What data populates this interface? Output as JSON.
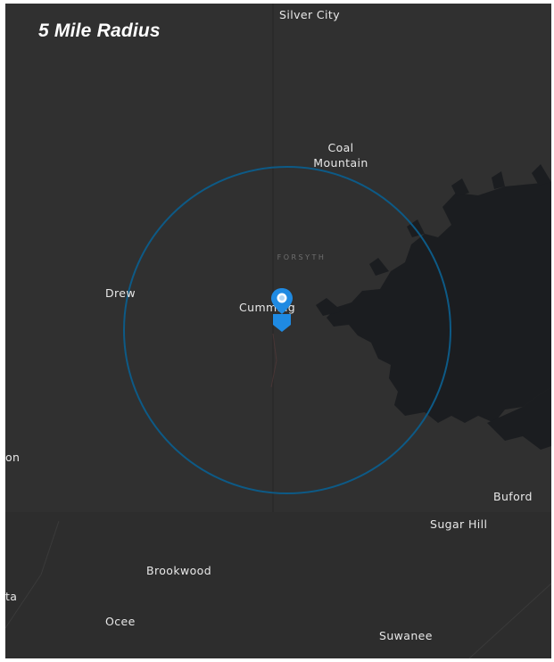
{
  "map": {
    "title": "5 Mile Radius",
    "colors": {
      "land": "#2d2d2d",
      "land_dark": "#282828",
      "water": "#1b1d20",
      "radius_ring": "#0d5a86",
      "pin": "#1f8ae2",
      "label": "#e8e8e8"
    },
    "district_label": "FORSYTH",
    "places": {
      "silver_city": "Silver City",
      "coal_mountain": "Coal\nMountain",
      "drew": "Drew",
      "cumming": "Cumming",
      "on_fragment": "on",
      "buford": "Buford",
      "sugar_hill": "Sugar Hill",
      "brookwood": "Brookwood",
      "ta_fragment": "ta",
      "ocee": "Ocee",
      "suwanee": "Suwanee"
    },
    "marker_icon": "map-pin-icon"
  }
}
